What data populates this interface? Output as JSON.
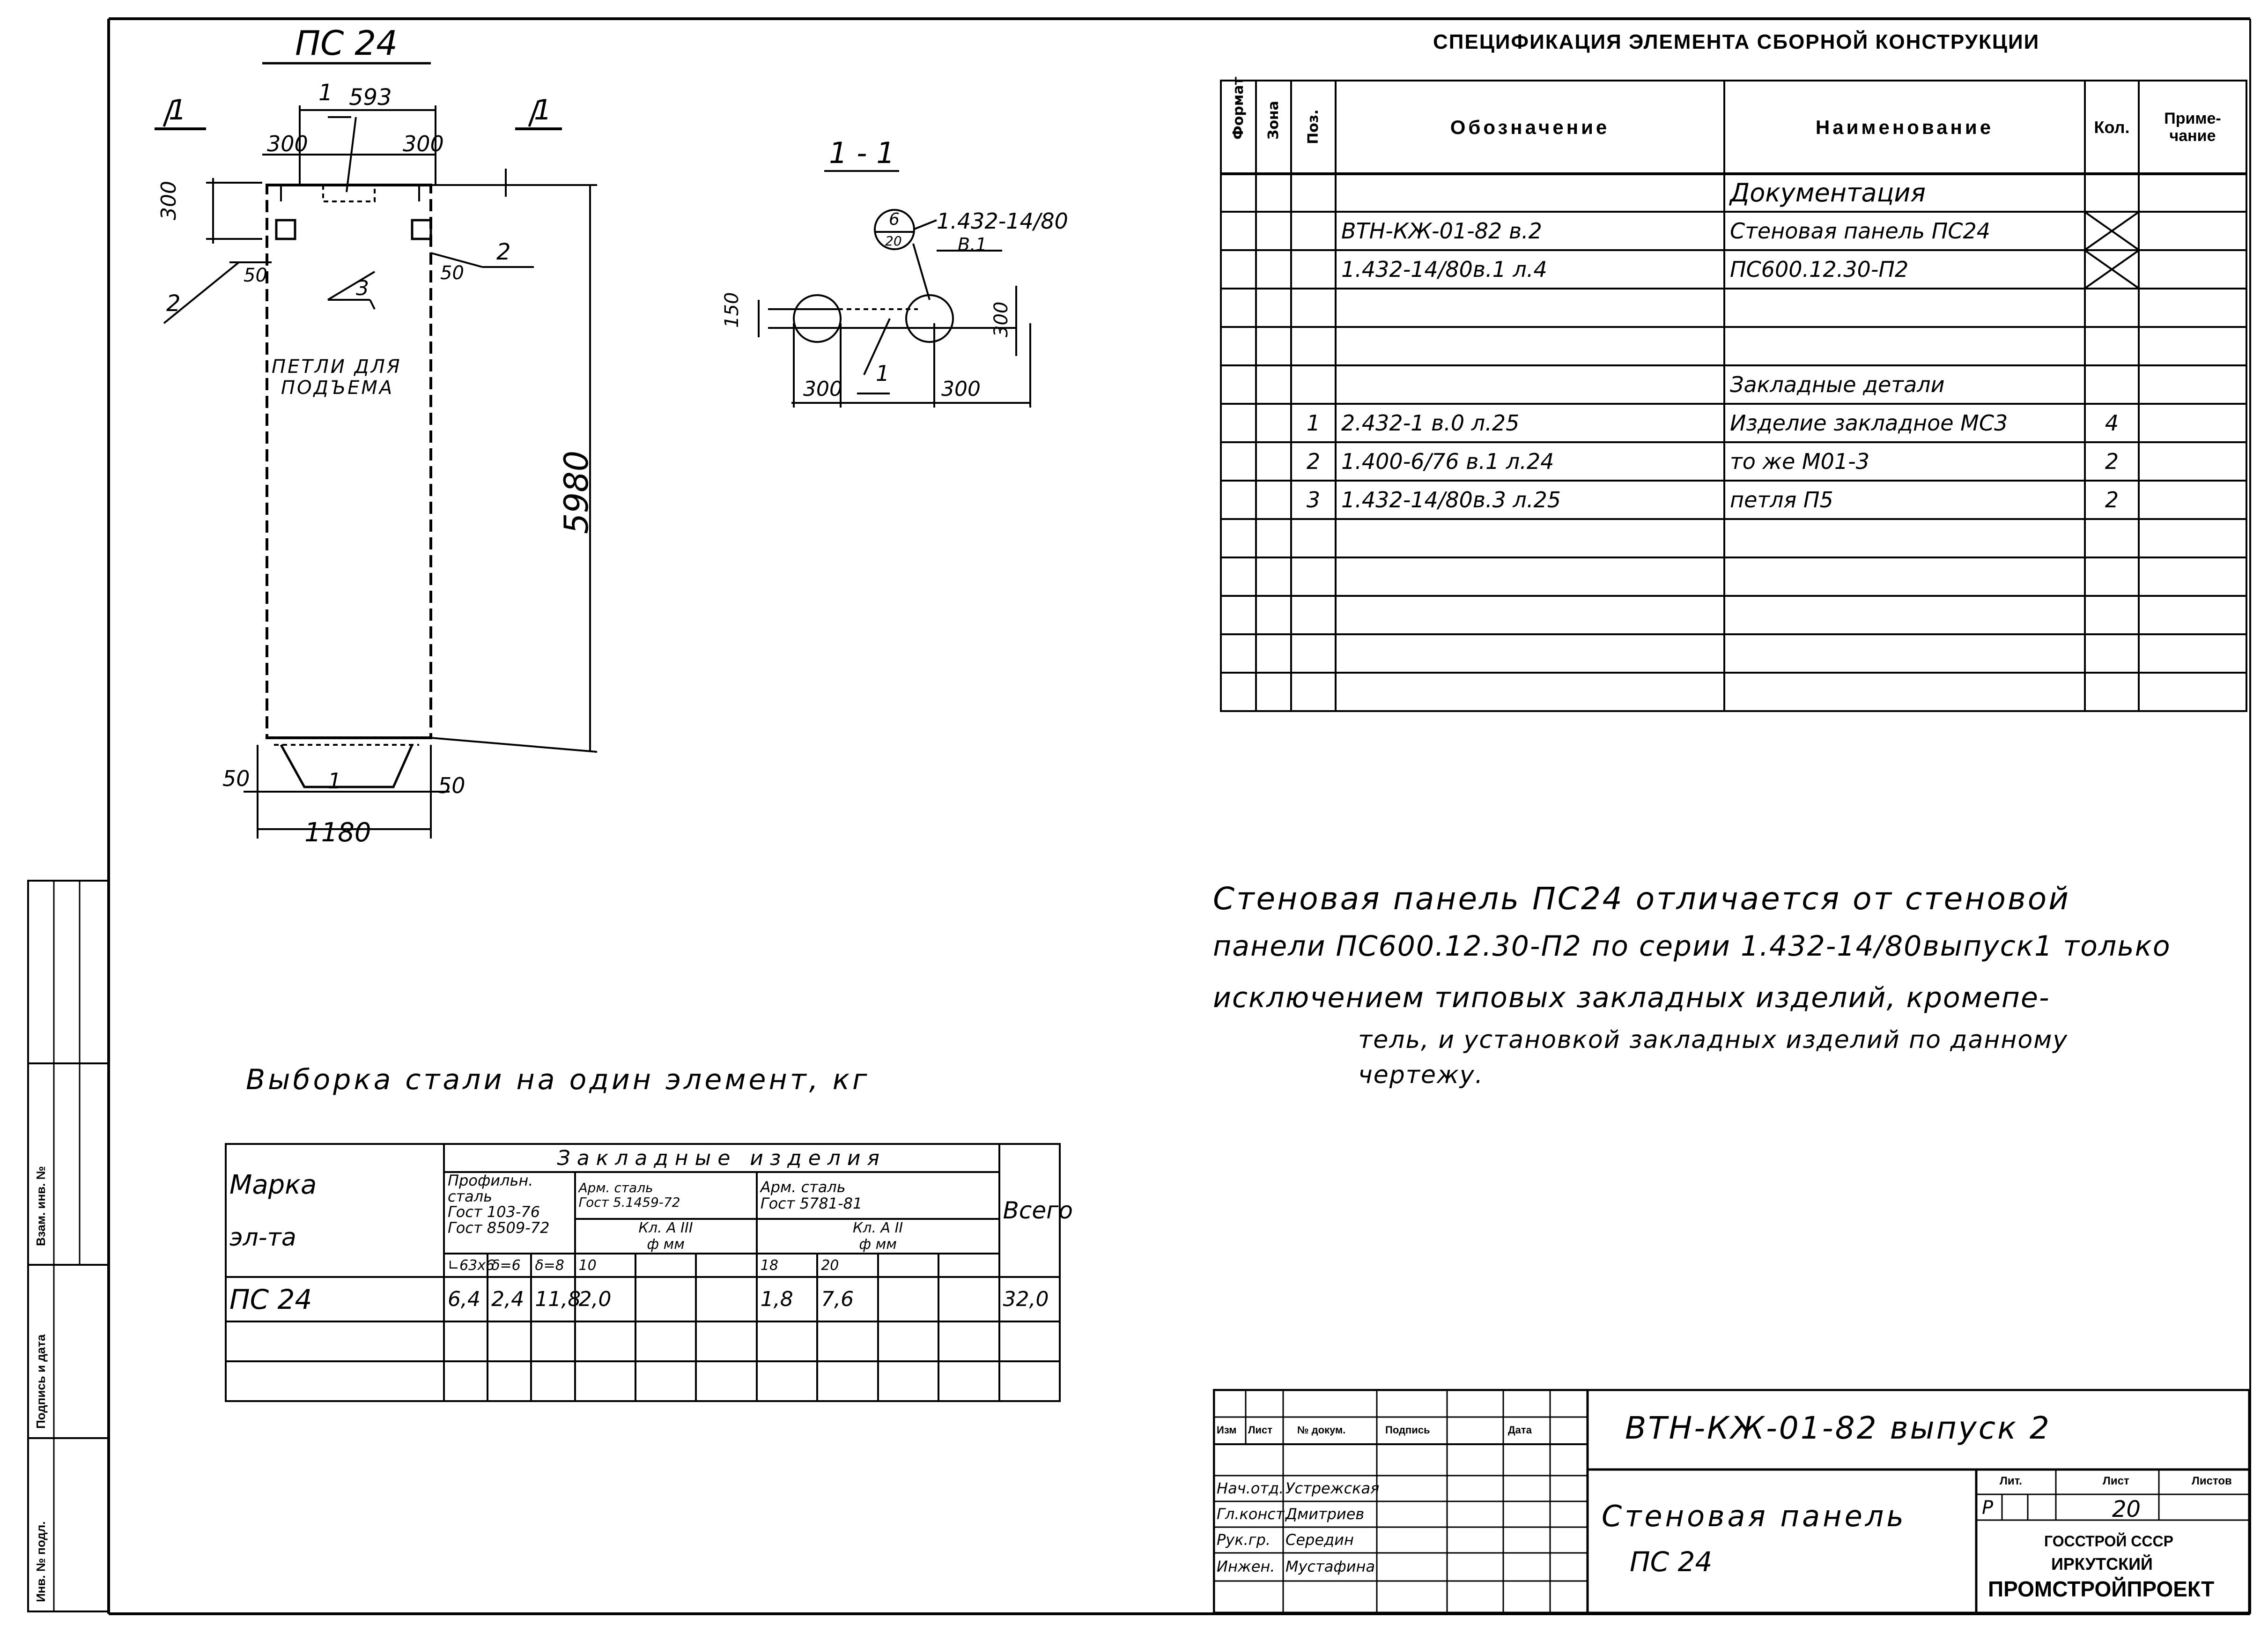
{
  "drawing": {
    "mark_title": "ПС 24",
    "section_marks": [
      "1",
      "1"
    ],
    "section_title": "1 - 1",
    "dims_plan": {
      "top": "593",
      "left_inner": "300",
      "right_inner": "300",
      "left_side": "300",
      "edge_left": "50",
      "edge_right": "50",
      "height": "5980",
      "bottom_left": "50",
      "bottom_right": "50",
      "width": "1180",
      "bottom_pos": "1"
    },
    "pos_marks": {
      "p1": "1",
      "p2_left": "2",
      "p2_right": "2",
      "p3": "3"
    },
    "loop_note": [
      "ПЕТЛИ ДЛЯ",
      "ПОДЪЕМА"
    ],
    "section_dims": {
      "left_w": "300",
      "right_w": "300",
      "left_h": "150",
      "right_h": "300",
      "pos": "1"
    },
    "callout": {
      "number": "6",
      "sub": "20",
      "ref": "1.432-14/80",
      "ref2": "В.1"
    }
  },
  "spec": {
    "title": "СПЕЦИФИКАЦИЯ ЭЛЕМЕНТА СБОРНОЙ КОНСТРУКЦИИ",
    "headers": [
      "Формат",
      "Зона",
      "Поз.",
      "Обозначение",
      "Наименование",
      "Кол.",
      "Приме- чание"
    ],
    "rows": [
      {
        "fmt": "",
        "zone": "",
        "pos": "",
        "code": "",
        "name": "Документация",
        "qty": "",
        "note": ""
      },
      {
        "fmt": "",
        "zone": "",
        "pos": "",
        "code": "ВТН-КЖ-01-82 в.2",
        "name": "Стеновая панель ПС24",
        "qty": "",
        "note": ""
      },
      {
        "fmt": "",
        "zone": "",
        "pos": "",
        "code": "1.432-14/80в.1 л.4",
        "name": "ПС600.12.30-П2",
        "qty": "",
        "note": ""
      },
      {
        "fmt": "",
        "zone": "",
        "pos": "",
        "code": "",
        "name": "",
        "qty": "",
        "note": ""
      },
      {
        "fmt": "",
        "zone": "",
        "pos": "",
        "code": "",
        "name": "",
        "qty": "",
        "note": ""
      },
      {
        "fmt": "",
        "zone": "",
        "pos": "",
        "code": "",
        "name": "Закладные детали",
        "qty": "",
        "note": ""
      },
      {
        "fmt": "",
        "zone": "",
        "pos": "1",
        "code": "2.432-1 в.0 л.25",
        "name": "Изделие закладное МС3",
        "qty": "4",
        "note": ""
      },
      {
        "fmt": "",
        "zone": "",
        "pos": "2",
        "code": "1.400-6/76 в.1 л.24",
        "name": "то же М01-3",
        "qty": "2",
        "note": ""
      },
      {
        "fmt": "",
        "zone": "",
        "pos": "3",
        "code": "1.432-14/80в.3 л.25",
        "name": "петля П5",
        "qty": "2",
        "note": ""
      },
      {
        "fmt": "",
        "zone": "",
        "pos": "",
        "code": "",
        "name": "",
        "qty": "",
        "note": ""
      },
      {
        "fmt": "",
        "zone": "",
        "pos": "",
        "code": "",
        "name": "",
        "qty": "",
        "note": ""
      },
      {
        "fmt": "",
        "zone": "",
        "pos": "",
        "code": "",
        "name": "",
        "qty": "",
        "note": ""
      },
      {
        "fmt": "",
        "zone": "",
        "pos": "",
        "code": "",
        "name": "",
        "qty": "",
        "note": ""
      },
      {
        "fmt": "",
        "zone": "",
        "pos": "",
        "code": "",
        "name": "",
        "qty": "",
        "note": ""
      }
    ]
  },
  "note": {
    "lines": [
      "Стеновая панель ПС24 отличается от стеновой",
      "панели ПС600.12.30-П2 по серии 1.432-14/80выпуск1 только",
      "исключением типовых закладных изделий, кромепе-",
      "тель, и установкой закладных изделий по данному",
      "чертежу."
    ]
  },
  "steel": {
    "title": "Выборка стали на один элемент, кг",
    "h_marka": "Марка",
    "h_el": "эл-та",
    "h_group": "Закладные изделия",
    "h_prof": [
      "Профильн.",
      "сталь",
      "Гост 103-76",
      "Гост 8509-72"
    ],
    "h_arm1": [
      "Арм. сталь",
      "Гост 5.1459-72"
    ],
    "h_arm2": [
      "Арм. сталь",
      "Гост 5781-81"
    ],
    "h_cl1": "Кл. А III",
    "h_cl2": "Кл. А II",
    "h_dmm1": "ф мм",
    "h_dmm2": "ф мм",
    "h_total": "Всего",
    "sub_prof": [
      "∟63x6",
      "δ=6",
      "δ=8"
    ],
    "d1": [
      "10",
      "",
      ""
    ],
    "d2": [
      "18",
      "20",
      "",
      ""
    ],
    "row": {
      "mark": "ПС 24",
      "v": [
        "6,4",
        "2,4",
        "11,8",
        "2,0",
        "",
        "",
        "1,8",
        "7,6",
        "",
        "",
        "32,0"
      ]
    }
  },
  "title_block": {
    "code": "ВТН-КЖ-01-82 выпуск 2",
    "name_line1": "Стеновая панель",
    "name_line2": "ПС 24",
    "head": [
      "Изм",
      "Лист",
      "№ докум.",
      "Подпись",
      "Дата"
    ],
    "people": [
      {
        "role": "Нач.отд.",
        "name": "Устрежская"
      },
      {
        "role": "Гл.конст.",
        "name": "Дмитриев"
      },
      {
        "role": "Рук.гр.",
        "name": "Середин"
      },
      {
        "role": "Инжен.",
        "name": "Мустафина"
      }
    ],
    "stage_h": "Лит.",
    "sheet_h": "Лист",
    "sheets_h": "Листов",
    "stage": "Р",
    "sheet": "20",
    "sheets": "",
    "org1": "ГОССТРОЙ СССР",
    "org2": "ИРКУТСКИЙ",
    "org3": "ПРОМСТРОЙПРОЕКТ"
  },
  "side_stamp": [
    "Инв. № подл.",
    "Подпись и дата",
    "Взам. инв. №"
  ]
}
